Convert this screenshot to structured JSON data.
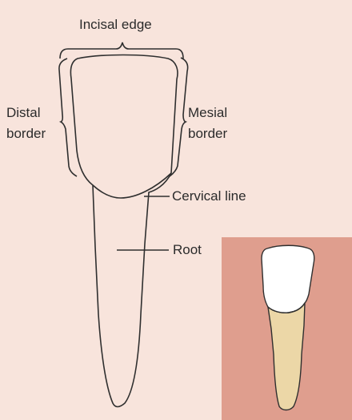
{
  "labels": {
    "incisal_edge": "Incisal edge",
    "distal_border_line1": "Distal",
    "distal_border_line2": "border",
    "mesial_border_line1": "Mesial",
    "mesial_border_line2": "border",
    "cervical_line": "Cervical line",
    "root": "Root"
  },
  "colors": {
    "background": "#f8e4dc",
    "inset_background": "#df9e8e",
    "crown_enamel": "#ffffff",
    "root_dentin": "#ecd7a7",
    "outline": "#2f2f2f"
  }
}
